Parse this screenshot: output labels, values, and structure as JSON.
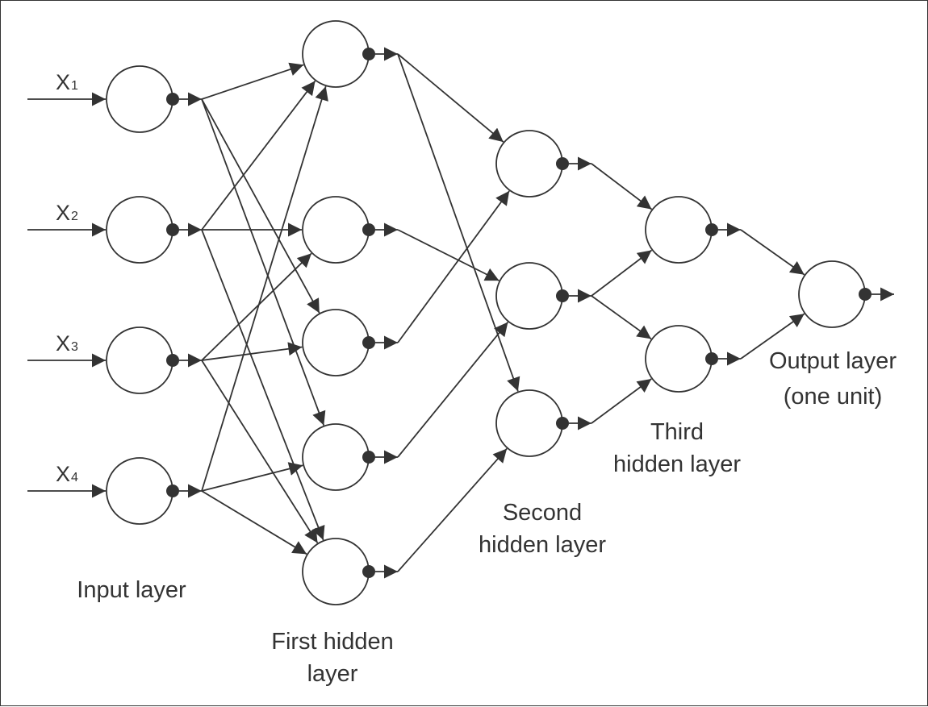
{
  "diagram": {
    "inputs": [
      {
        "symbol": "X",
        "index": "1"
      },
      {
        "symbol": "X",
        "index": "2"
      },
      {
        "symbol": "X",
        "index": "3"
      },
      {
        "symbol": "X",
        "index": "4"
      }
    ],
    "layers": [
      {
        "id": "input",
        "label_lines": [
          "Input layer"
        ],
        "units": 4
      },
      {
        "id": "hidden1",
        "label_lines": [
          "First hidden",
          "layer"
        ],
        "units": 5
      },
      {
        "id": "hidden2",
        "label_lines": [
          "Second",
          "hidden layer"
        ],
        "units": 3
      },
      {
        "id": "hidden3",
        "label_lines": [
          "Third",
          "hidden layer"
        ],
        "units": 2
      },
      {
        "id": "output",
        "label_lines": [
          "Output layer",
          "(one unit)"
        ],
        "units": 1
      }
    ],
    "connections": {
      "input_to_hidden1": [
        [
          0,
          0
        ],
        [
          0,
          2
        ],
        [
          0,
          3
        ],
        [
          1,
          0
        ],
        [
          1,
          1
        ],
        [
          1,
          4
        ],
        [
          2,
          1
        ],
        [
          2,
          2
        ],
        [
          2,
          4
        ],
        [
          3,
          0
        ],
        [
          3,
          3
        ],
        [
          3,
          4
        ]
      ],
      "hidden1_to_hidden2": [
        [
          0,
          0
        ],
        [
          0,
          2
        ],
        [
          1,
          1
        ],
        [
          2,
          0
        ],
        [
          3,
          1
        ],
        [
          4,
          2
        ]
      ],
      "hidden2_to_hidden3": [
        [
          0,
          0
        ],
        [
          1,
          0
        ],
        [
          1,
          1
        ],
        [
          2,
          1
        ]
      ],
      "hidden3_to_output": [
        [
          0,
          0
        ],
        [
          1,
          0
        ]
      ]
    },
    "colors": {
      "stroke": "#333333",
      "background": "#ffffff"
    }
  }
}
